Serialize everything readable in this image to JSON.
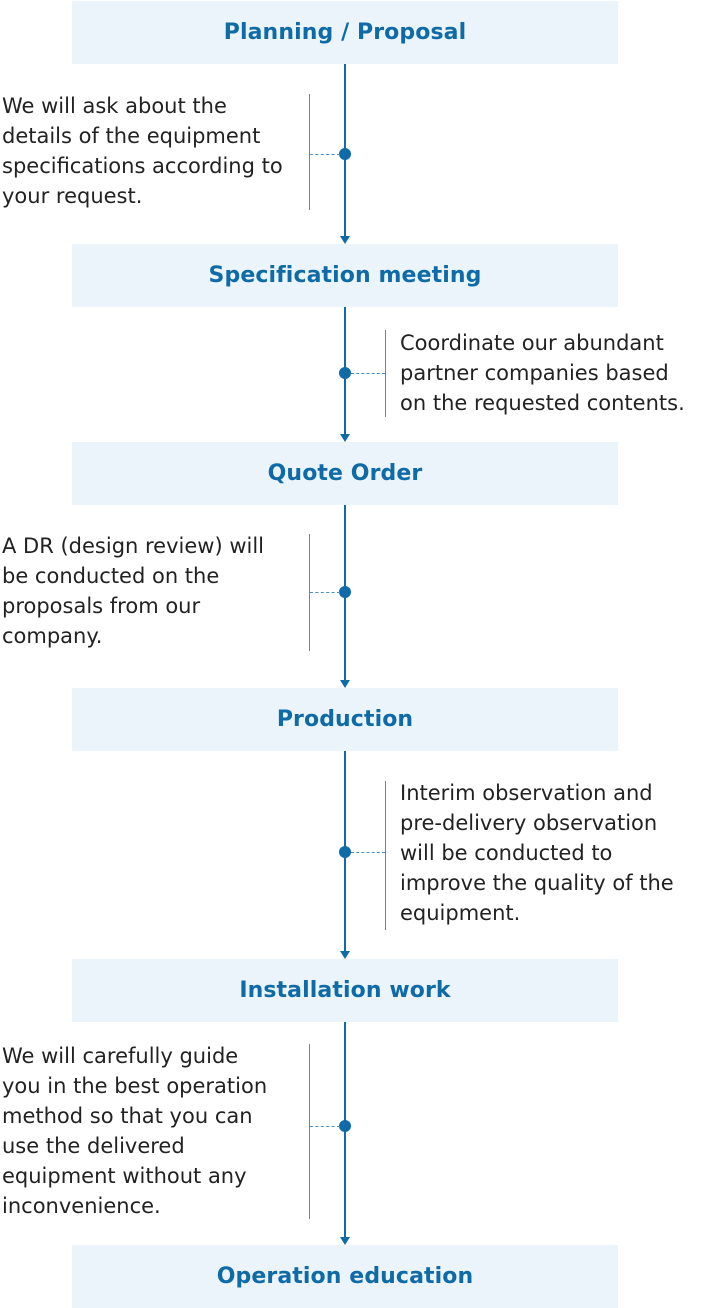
{
  "steps": [
    {
      "label": "Planning / Proposal"
    },
    {
      "label": "Specification meeting"
    },
    {
      "label": "Quote Order"
    },
    {
      "label": "Production"
    },
    {
      "label": "Installation work"
    },
    {
      "label": "Operation education"
    }
  ],
  "notes": [
    {
      "text": "We will ask about the\ndetails of the equipment\nspecifications according to\nyour request."
    },
    {
      "text": "Coordinate our abundant\npartner companies based\non the requested contents."
    },
    {
      "text": "A DR (design review) will\nbe conducted on the\nproposals from our\ncompany."
    },
    {
      "text": "Interim observation and\npre-delivery observation\nwill be conducted to\nimprove the quality of the\nequipment."
    },
    {
      "text": "We will carefully guide\nyou in the best operation\nmethod so that you can\nuse the delivered\nequipment without any\ninconvenience."
    }
  ],
  "colors": {
    "accent": "#0f6aa8",
    "step_background": "#eaf4fa",
    "body_text": "#222222"
  }
}
